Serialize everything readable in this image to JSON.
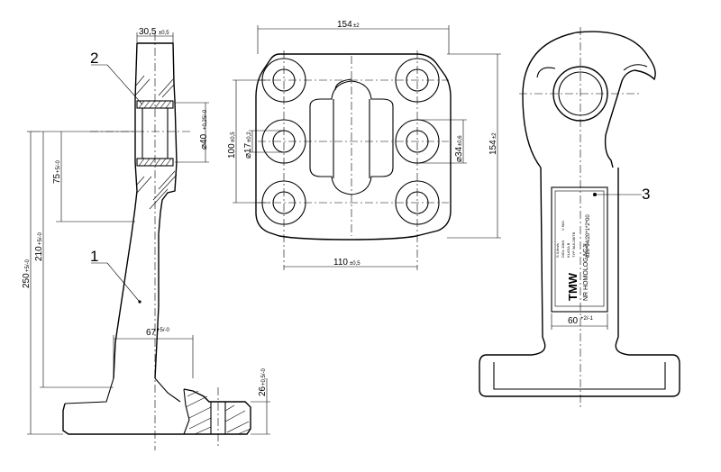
{
  "dimensions": {
    "width_top": "30,5",
    "width_top_tol": "±0,5",
    "bore_dia": "⌀40",
    "bore_dia_tol": "+0,25/-0",
    "height_75": "75",
    "height_75_tol": "+5/-0",
    "height_210": "210",
    "height_210_tol": "+5/-0",
    "height_250": "250",
    "height_250_tol": "+5/-0",
    "base_width_67": "67",
    "base_width_67_tol": "+5/-0",
    "base_thick_26": "26",
    "base_thick_26_tol": "+0,5/-0",
    "plate_width_154": "154",
    "plate_width_154_tol": "±2",
    "plate_height_154": "154",
    "plate_height_154_tol": "±2",
    "spacing_100": "100",
    "spacing_100_tol": "±0,5",
    "spacing_110": "110",
    "spacing_110_tol": "±0,5",
    "hole_dia_17": "⌀17",
    "hole_dia_17_tol": "±0,2",
    "hole_dia_34": "⌀34",
    "hole_dia_34_tol": "±0,6",
    "stem_width_60": "60",
    "stem_width_60_tol": "+2/-1"
  },
  "callouts": [
    "1",
    "2",
    "3"
  ],
  "nameplate": {
    "brand": "TMW",
    "lines": [
      "TYP 3A6-2B/TB",
      "KLASA B",
      "D/Dc 10kN",
      "S 0,6m/s",
      "V 6kN"
    ],
    "homologation_label": "NR HOMOLOGACJI",
    "homologation_number": "e20*94/20*1*2*00"
  }
}
